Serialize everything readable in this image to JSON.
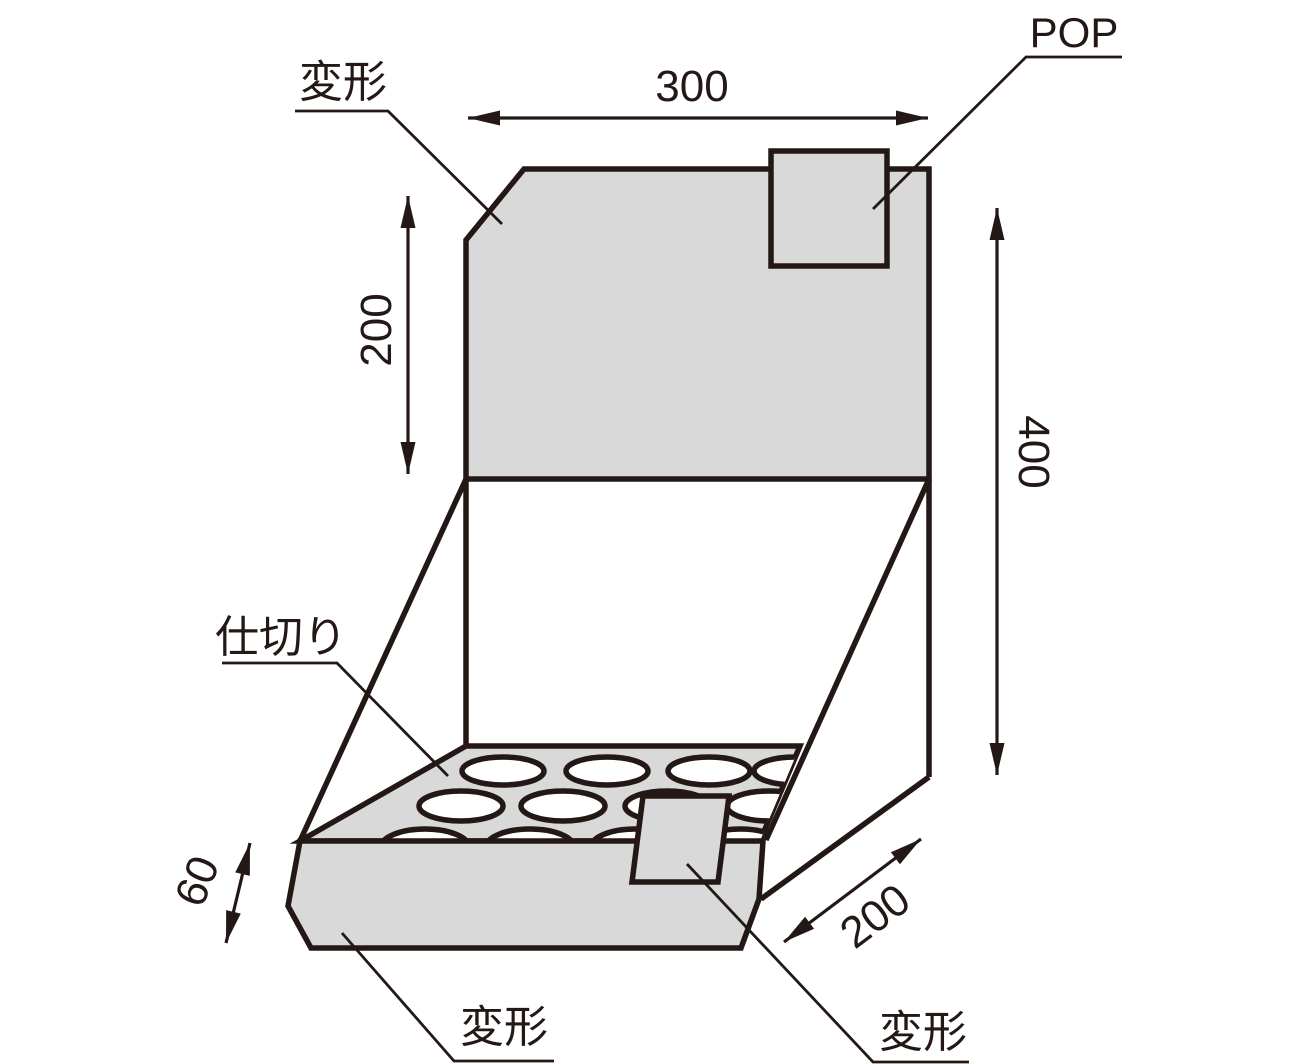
{
  "drawing": {
    "background_color": "#ffffff",
    "line_color": "#231815",
    "panel_fill_color": "#d9d9d9",
    "labels": {
      "deform_top_left": "変形",
      "pop_header": "POP",
      "partition": "仕切り",
      "deform_bottom_left": "変形",
      "deform_bottom_right": "変形"
    },
    "dimensions": {
      "width_top": "300",
      "upper_panel_height_left": "200",
      "total_height_right": "400",
      "base_height_left": "60",
      "depth_bottom_right": "200"
    }
  }
}
